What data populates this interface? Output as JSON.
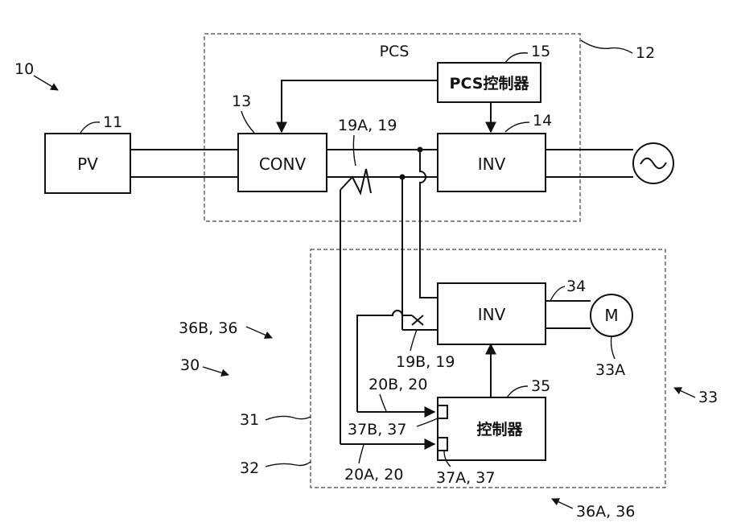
{
  "refs": {
    "r10": "10",
    "r11": "11",
    "r12": "12",
    "r13": "13",
    "r14": "14",
    "r15": "15",
    "r19a": "19A, 19",
    "r19b": "19B, 19",
    "r20a": "20A, 20",
    "r20b": "20B, 20",
    "r30": "30",
    "r31": "31",
    "r32": "32",
    "r33": "33",
    "r33a": "33A",
    "r34": "34",
    "r35": "35",
    "r36a": "36A, 36",
    "r36b": "36B, 36",
    "r37a": "37A, 37",
    "r37b": "37B, 37"
  },
  "blocks": {
    "pcs_title": "PCS",
    "pv": "PV",
    "conv": "CONV",
    "inv_top": "INV",
    "pcs_controller": "PCS控制器",
    "inv_bottom": "INV",
    "controller": "控制器",
    "motor": "M"
  },
  "icons": {
    "ac_source": "ac-source-icon"
  }
}
